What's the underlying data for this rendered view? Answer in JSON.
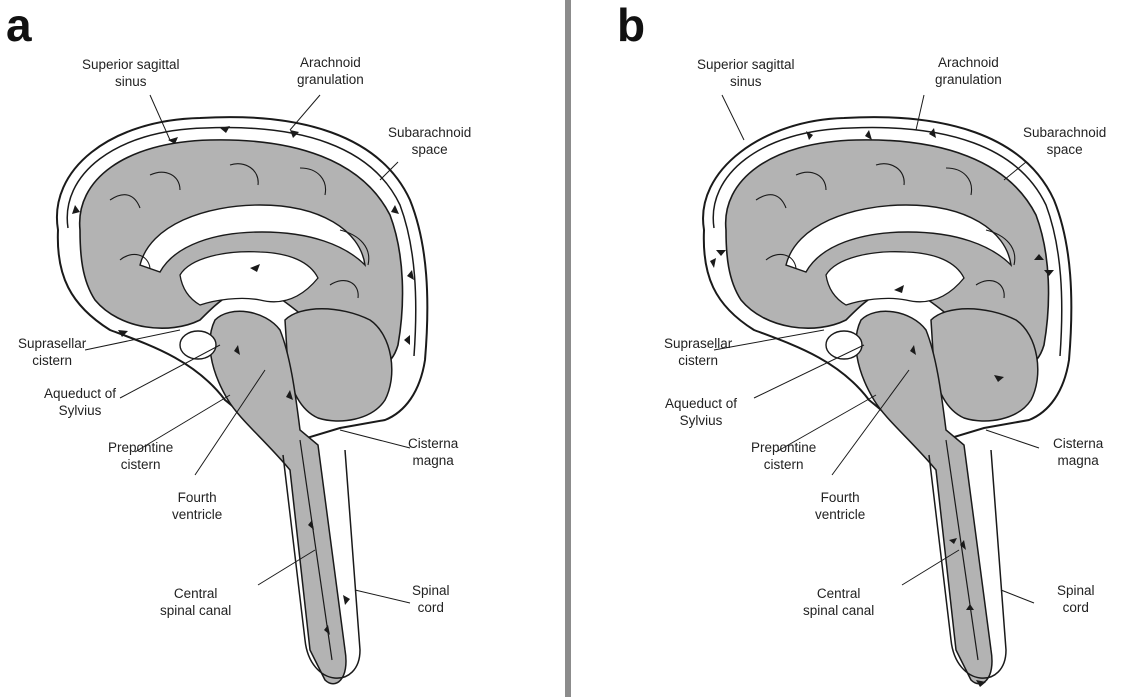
{
  "panels": [
    {
      "id": "a",
      "letter": "a",
      "labels": {
        "superior_sagittal_line1": "Superior sagittal",
        "superior_sagittal_line2": "sinus",
        "arachnoid_line1": "Arachnoid",
        "arachnoid_line2": "granulation",
        "subarachnoid_line1": "Subarachnoid",
        "subarachnoid_line2": "space",
        "suprasellar_line1": "Suprasellar",
        "suprasellar_line2": "cistern",
        "aqueduct_line1": "Aqueduct of",
        "aqueduct_line2": "Sylvius",
        "prepontine_line1": "Prepontine",
        "prepontine_line2": "cistern",
        "fourth_line1": "Fourth",
        "fourth_line2": "ventricle",
        "cisterna_line1": "Cisterna",
        "cisterna_line2": "magna",
        "central_line1": "Central",
        "central_line2": "spinal canal",
        "spinal_line1": "Spinal",
        "spinal_line2": "cord"
      }
    },
    {
      "id": "b",
      "letter": "b",
      "labels": {
        "superior_sagittal_line1": "Superior sagittal",
        "superior_sagittal_line2": "sinus",
        "arachnoid_line1": "Arachnoid",
        "arachnoid_line2": "granulation",
        "subarachnoid_line1": "Subarachnoid",
        "subarachnoid_line2": "space",
        "suprasellar_line1": "Suprasellar",
        "suprasellar_line2": "cistern",
        "aqueduct_line1": "Aqueduct of",
        "aqueduct_line2": "Sylvius",
        "prepontine_line1": "Prepontine",
        "prepontine_line2": "cistern",
        "fourth_line1": "Fourth",
        "fourth_line2": "ventricle",
        "cisterna_line1": "Cisterna",
        "cisterna_line2": "magna",
        "central_line1": "Central",
        "central_line2": "spinal canal",
        "spinal_line1": "Spinal",
        "spinal_line2": "cord"
      }
    }
  ],
  "colors": {
    "tissue": "#b3b3b3",
    "outline": "#1a1a1a",
    "divider": "#8c8c8c",
    "background": "#ffffff"
  }
}
